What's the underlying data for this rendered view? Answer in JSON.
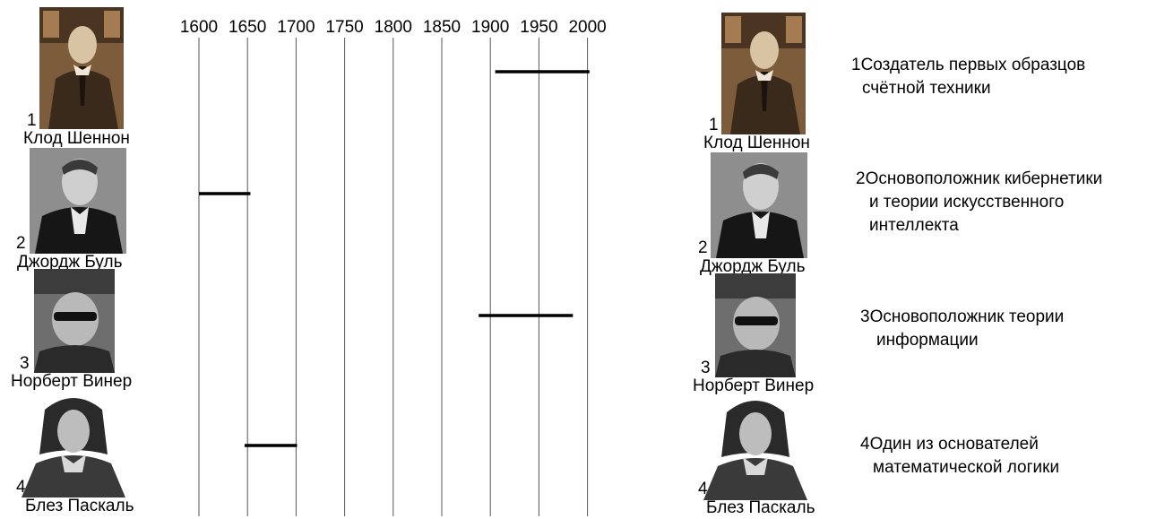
{
  "timeline": {
    "years": [
      "1600",
      "1650",
      "1700",
      "1750",
      "1800",
      "1850",
      "1900",
      "1950",
      "2000"
    ],
    "bars": [
      {
        "start": 1905,
        "end": 2002
      },
      {
        "start": 1600,
        "end": 1653
      },
      {
        "start": 1888,
        "end": 1985
      },
      {
        "start": 1647,
        "end": 1701
      }
    ]
  },
  "left_people": [
    {
      "number": "1",
      "name": "Клод Шеннон",
      "icon": "shannon-portrait"
    },
    {
      "number": "2",
      "name": "Джордж Буль",
      "icon": "boole-portrait"
    },
    {
      "number": "3",
      "name": "Норберт Винер",
      "icon": "wiener-portrait"
    },
    {
      "number": "4",
      "name": "Блез Паскаль",
      "icon": "pascal-portrait"
    }
  ],
  "right_people": [
    {
      "number": "1",
      "name": "Клод Шеннон",
      "icon": "shannon-portrait"
    },
    {
      "number": "2",
      "name": "Джордж Буль",
      "icon": "boole-portrait"
    },
    {
      "number": "3",
      "name": "Норберт Винер",
      "icon": "wiener-portrait"
    },
    {
      "number": "4",
      "name": "Блез Паскаль",
      "icon": "pascal-portrait"
    }
  ],
  "descriptions": [
    {
      "number": "1",
      "line1": "Создатель первых образцов",
      "line2": "счётной техники"
    },
    {
      "number": "2",
      "line1": "Основоположник кибернетики",
      "line2": "и теории искусственного",
      "line3": "интеллекта"
    },
    {
      "number": "3",
      "line1": "Основоположник теории",
      "line2": "информации"
    },
    {
      "number": "4",
      "line1": "Один из основателей",
      "line2": "математической логики"
    }
  ],
  "colors": {
    "shannon_bg": "#8a6a4a",
    "boole_bg": "#9a9a9a",
    "wiener_bg": "#7a7a7a",
    "pascal_bg": "#ffffff"
  }
}
